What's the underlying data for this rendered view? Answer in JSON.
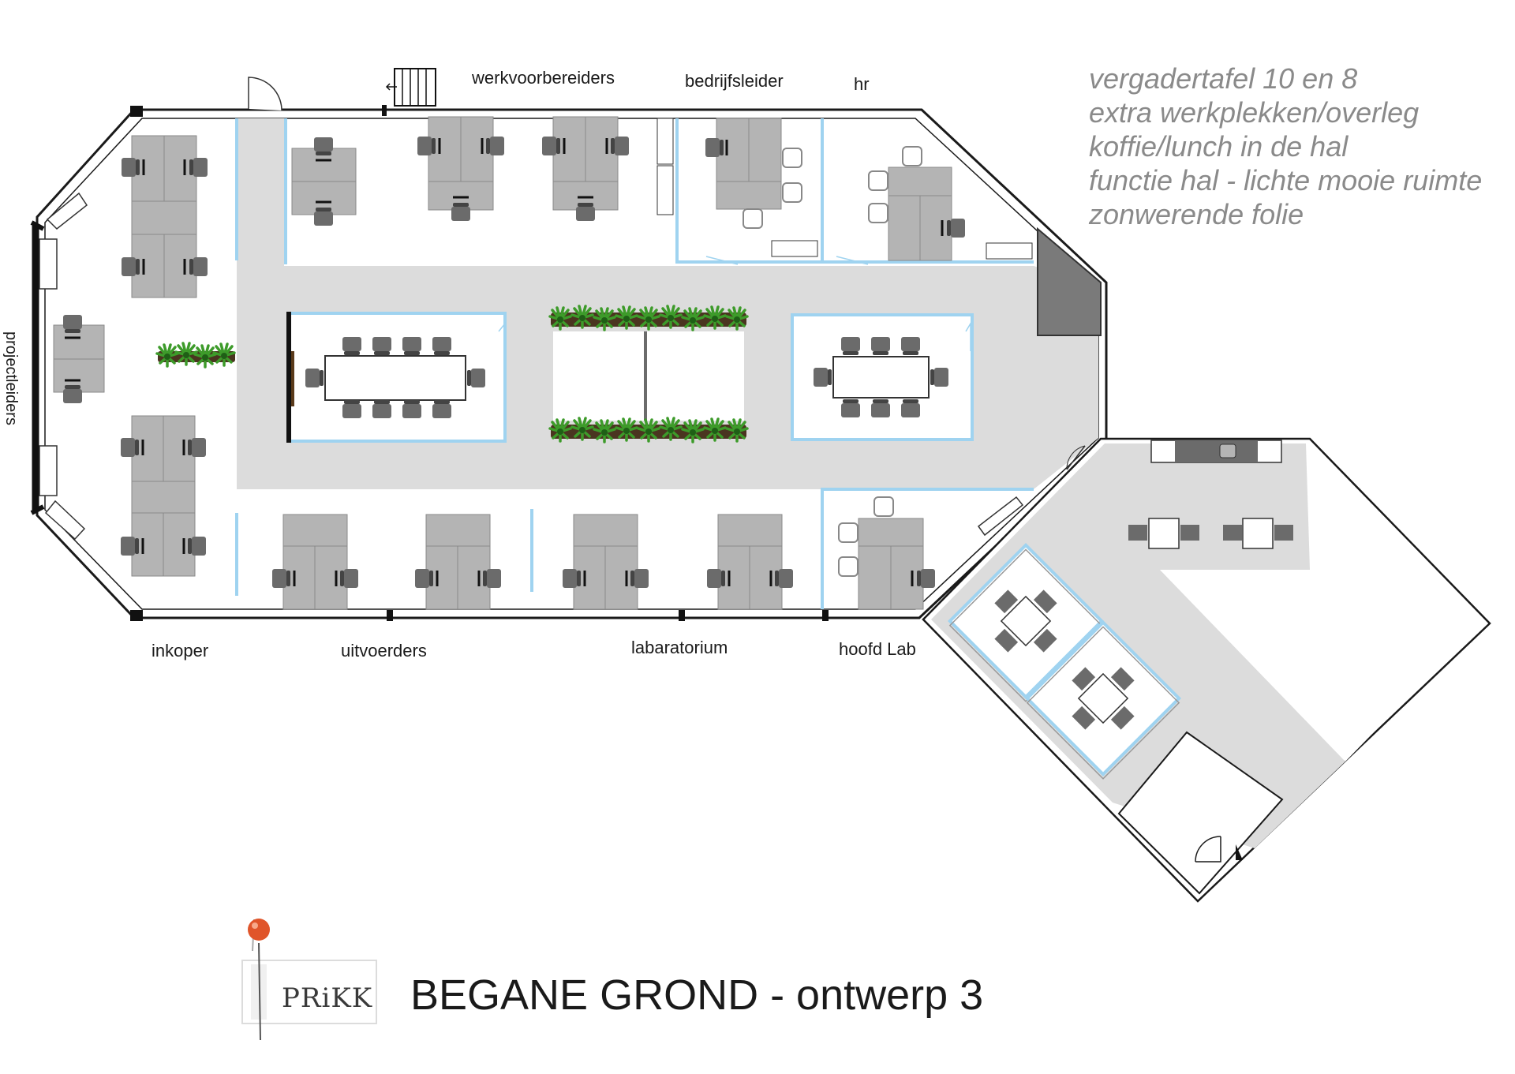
{
  "labels": {
    "werkvoorbereiders": "werkvoorbereiders",
    "bedrijfsleider": "bedrijfsleider",
    "hr": "hr",
    "projectleiders": "projectleiders",
    "inkoper": "inkoper",
    "uitvoerders": "uitvoerders",
    "labaratorium": "labaratorium",
    "hoofd_lab": "hoofd Lab"
  },
  "notes": [
    "vergadertafel 10 en 8",
    "extra werkplekken/overleg",
    "koffie/lunch in de hal",
    "functie hal - lichte mooie ruimte",
    "zonwerende folie"
  ],
  "title": "BEGANE GROND - ontwerp 3",
  "brand": "PRiKK",
  "colors": {
    "corridor": "#dcdcdc",
    "desk": "#b4b4b4",
    "chair": "#6b6b6b",
    "glass": "#9fd3f0",
    "wall": "#1a1a1a",
    "notes": "#8a8a8a",
    "plant": "#3d9b2a",
    "pin": "#e0552a"
  },
  "icons": [
    "stairs-icon",
    "door-icon",
    "plant-icon",
    "push-pin-icon"
  ]
}
